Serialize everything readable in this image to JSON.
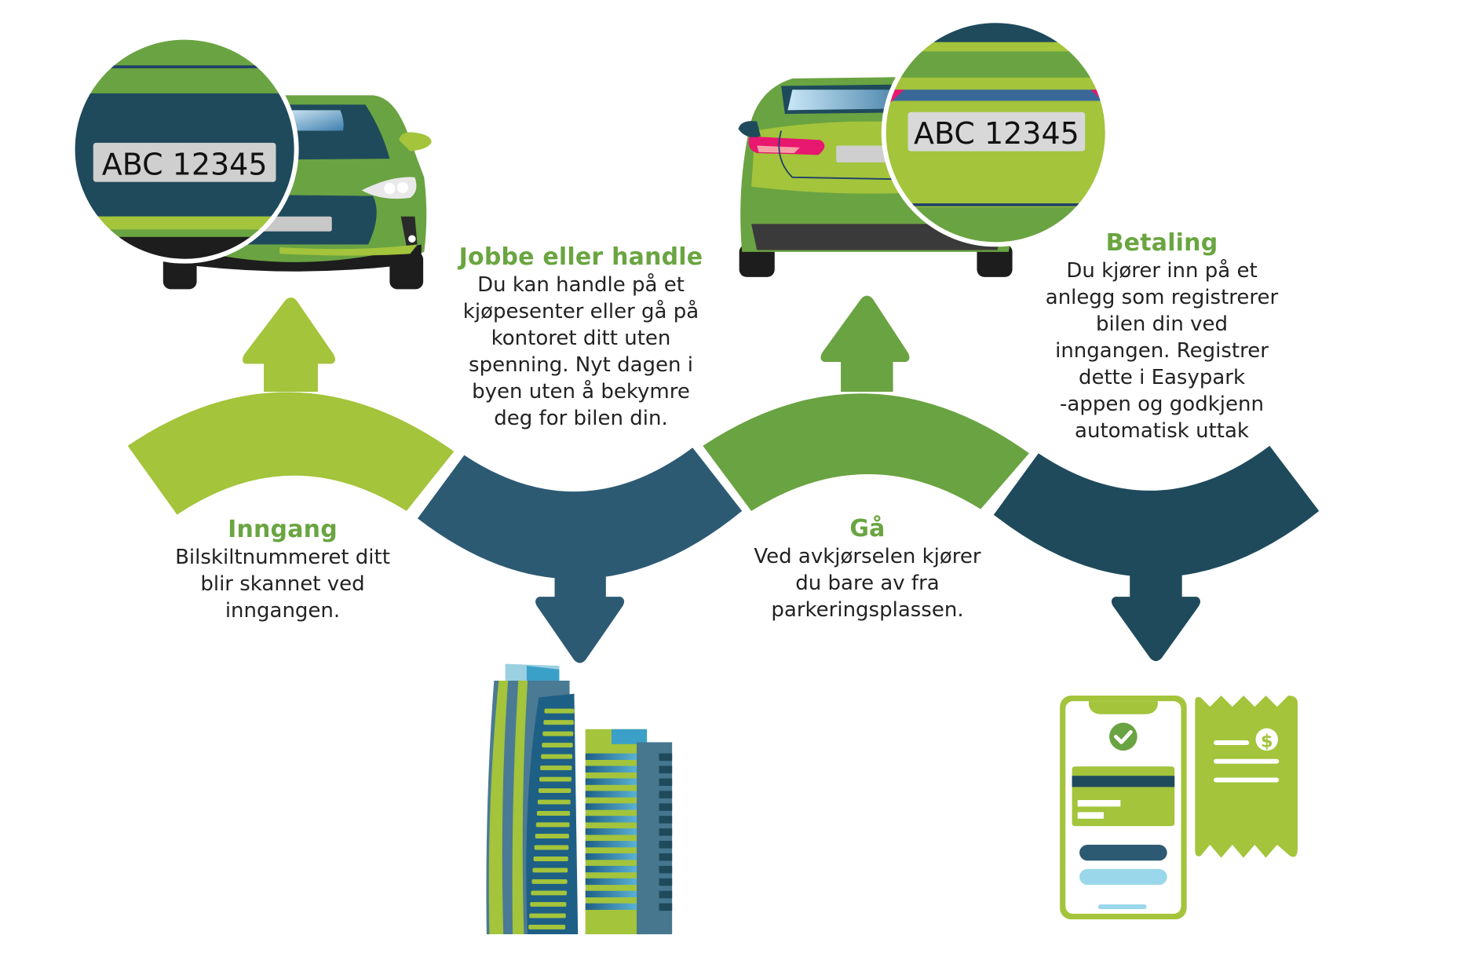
{
  "title": "Parking flow infographic",
  "colors": {
    "light_green": "#a3c43b",
    "mid_green": "#6aa342",
    "teal": "#2d5a73",
    "dark_teal": "#1f4a5c",
    "heading_green": "#6aa541",
    "plate_gray": "#cfcfcf",
    "taillight_pink": "#e8176f"
  },
  "license_plate": "ABC 12345",
  "steps": [
    {
      "id": "inngang",
      "heading": "Inngang",
      "lines": [
        "Bilskiltnummeret ditt",
        "blir skannet ved",
        "inngangen."
      ],
      "arrow_direction": "up",
      "illustration": "car-front-with-magnified-plate"
    },
    {
      "id": "jobbe",
      "heading": "Jobbe eller handle",
      "lines": [
        "Du kan handle på et",
        "kjøpesenter eller gå på",
        "kontoret ditt uten",
        "spenning. Nyt dagen i",
        "byen uten å bekymre",
        "deg for bilen din."
      ],
      "arrow_direction": "down",
      "illustration": "office-buildings"
    },
    {
      "id": "ga",
      "heading": "Gå",
      "lines": [
        "Ved avkjørselen kjører",
        "du bare av fra",
        "parkeringsplassen."
      ],
      "arrow_direction": "up",
      "illustration": "car-rear-with-magnified-plate"
    },
    {
      "id": "betaling",
      "heading": "Betaling",
      "lines": [
        "Du kjører inn på et",
        "anlegg som registrerer",
        "bilen din ved",
        "inngangen. Registrer",
        "dette i Easypark",
        "-appen og godkjenn",
        "automatisk uttak"
      ],
      "arrow_direction": "down",
      "illustration": "phone-payment-and-receipt"
    }
  ],
  "icons": {
    "check": "checkmark-icon",
    "dollar": "$"
  }
}
